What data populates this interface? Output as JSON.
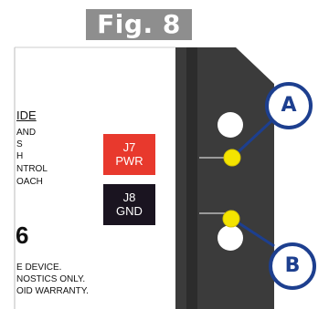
{
  "figure": {
    "label": "Fig. 8"
  },
  "board_text": {
    "heading": "IDE",
    "lines": [
      "AND",
      "S",
      "H",
      "NTROL",
      "OACH"
    ],
    "model_digit": "6",
    "warning_lines": [
      "E DEVICE.",
      "NOSTICS ONLY.",
      "OID WARRANTY."
    ]
  },
  "connectors": {
    "j7": {
      "line1": "J7",
      "line2": "PWR",
      "color": "#e8392d"
    },
    "j8": {
      "line1": "J8",
      "line2": "GND",
      "color": "#1a1420"
    }
  },
  "callouts": {
    "a": {
      "letter": "A"
    },
    "b": {
      "letter": "B"
    }
  },
  "colors": {
    "fig_banner": "#8e8e8e",
    "panel": "#3b3b3b",
    "callout_ring": "#1d3f8f",
    "probe_dot": "#f4e400"
  }
}
